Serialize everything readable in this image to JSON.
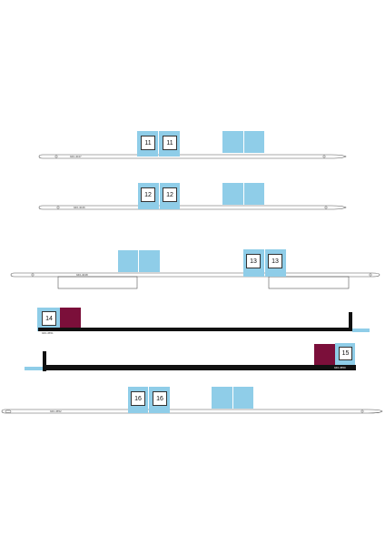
{
  "strips": [
    {
      "part_number": "946-4047",
      "labels": [
        "11",
        "11"
      ]
    },
    {
      "part_number": "946-4046",
      "labels": [
        "12",
        "12"
      ]
    },
    {
      "part_number": "946-4048",
      "labels": [
        "13",
        "13"
      ]
    },
    {
      "part_number": "946-4551",
      "labels": [
        "14"
      ]
    },
    {
      "part_number": "946-4550",
      "labels": [
        "15"
      ]
    },
    {
      "part_number": "946-4552",
      "labels": [
        "16",
        "16"
      ]
    }
  ],
  "colors": {
    "tab_blue": "#8fcde8",
    "bar_black": "#111111",
    "maroon": "#7b0f3a",
    "outline": "#555555"
  }
}
